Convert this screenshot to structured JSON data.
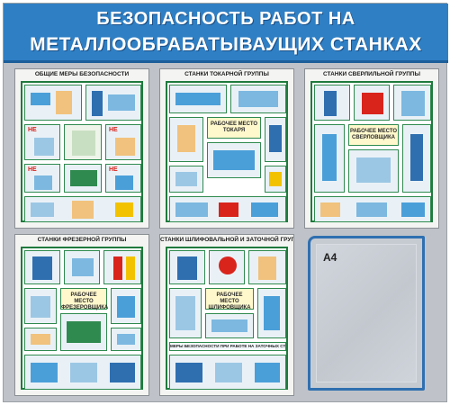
{
  "header": {
    "title_line1": "БЕЗОПАСНОСТЬ РАБОТ НА",
    "title_line2": "МЕТАЛЛООБРАБАТЫВАУЩИХ СТАНКАХ"
  },
  "posters": {
    "p1": {
      "label": "ОБЩИЕ МЕРЫ БЕЗОПАСНОСТИ",
      "warnings": [
        "НЕ",
        "НЕ",
        "НЕ",
        "НЕ"
      ]
    },
    "p2": {
      "label": "СТАНКИ ТОКАРНОЙ ГРУППЫ",
      "center": "РАБОЧЕЕ МЕСТО ТОКАРЯ"
    },
    "p3": {
      "label": "СТАНКИ СВЕРЛИЛЬНОЙ ГРУППЫ",
      "center": "РАБОЧЕЕ МЕСТО СВЕРЛОВЩИКА"
    },
    "p4": {
      "label": "СТАНКИ ФРЕЗЕРНОЙ ГРУППЫ",
      "center": "РАБОЧЕЕ МЕСТО ФРЕЗЕРОВЩИКА"
    },
    "p5": {
      "label": "СТАНКИ ШЛИФОВАЛЬНОЙ И ЗАТОЧНОЙ ГРУПП",
      "center": "РАБОЧЕЕ МЕСТО ШЛИФОВЩИКА",
      "banner": "МЕРЫ БЕЗОПАСНОСТИ ПРИ РАБОТЕ НА ЗАТОЧНЫХ СТАНКАХ"
    }
  },
  "pocket": {
    "label": "А4"
  },
  "colors": {
    "header": "#2f7fc4",
    "board": "#bfc3c9",
    "frame": "#1f7a3d",
    "pocket_border": "#2f6fb0"
  }
}
